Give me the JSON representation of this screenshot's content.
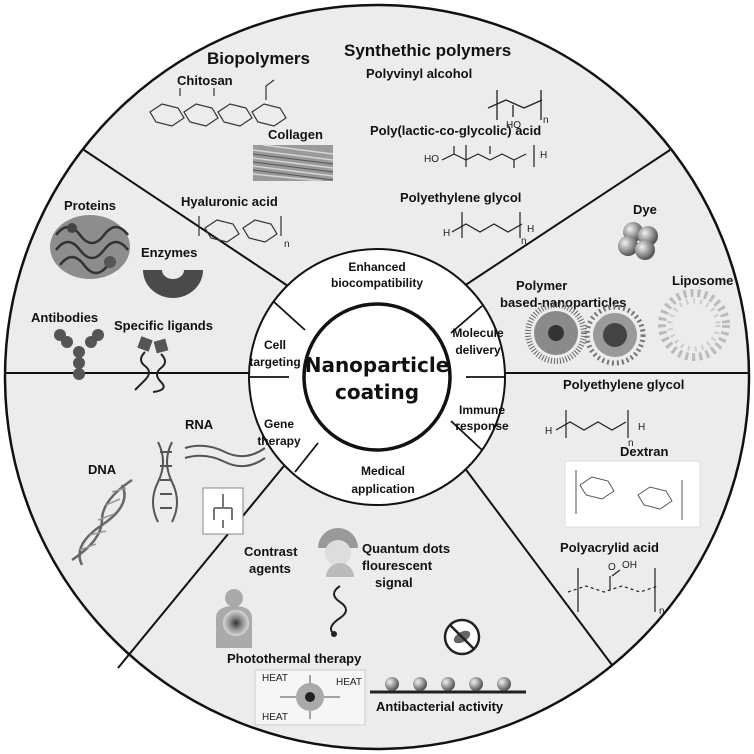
{
  "center": {
    "line1": "Nanoparticle",
    "line2": "coating"
  },
  "ring": {
    "top_line1": "Enhanced",
    "top_line2": "biocompatibility",
    "right_top_line1": "Molecule",
    "right_top_line2": "delivery",
    "right_bottom_line1": "Immune",
    "right_bottom_line2": "response",
    "bottom_line1": "Medical",
    "bottom_line2": "application",
    "left_bottom_line1": "Gene",
    "left_bottom_line2": "therapy",
    "left_top_line1": "Cell",
    "left_top_line2": "targeting"
  },
  "sectors": {
    "biopolymers": {
      "title": "Biopolymers",
      "chitosan": "Chitosan",
      "collagen": "Collagen",
      "hyaluronic": "Hyaluronic acid"
    },
    "synthetic": {
      "title": "Synthethic polymers",
      "pva": "Polyvinyl alcohol",
      "plga": "Poly(lactic-co-glycolic) acid",
      "peg": "Polyethylene glycol"
    },
    "proteins": {
      "proteins": "Proteins",
      "enzymes": "Enzymes",
      "antibodies": "Antibodies",
      "ligands": "Specific ligands"
    },
    "delivery": {
      "dye": "Dye",
      "liposome": "Liposome",
      "polymer_line1": "Polymer",
      "polymer_line2": "based-nanoparticles"
    },
    "genes": {
      "rna": "RNA",
      "dna": "DNA"
    },
    "immune": {
      "peg": "Polyethylene glycol",
      "dextran": "Dextran",
      "polyacrylid": "Polyacrylid acid"
    },
    "medical": {
      "contrast_line1": "Contrast",
      "contrast_line2": "agents",
      "qd_line1": "Quantum dots",
      "qd_line2": "flourescent",
      "qd_line3": "signal",
      "photothermal": "Photothermal therapy",
      "antibacterial": "Antibacterial activity"
    }
  },
  "chem": {
    "n": "n",
    "ho": "HO",
    "h": "H",
    "o": "O",
    "oh": "OH",
    "heat": "HEAT"
  },
  "colors": {
    "outer_fill": "#ececec",
    "ring_fill": "#ffffff",
    "line": "#111111"
  }
}
